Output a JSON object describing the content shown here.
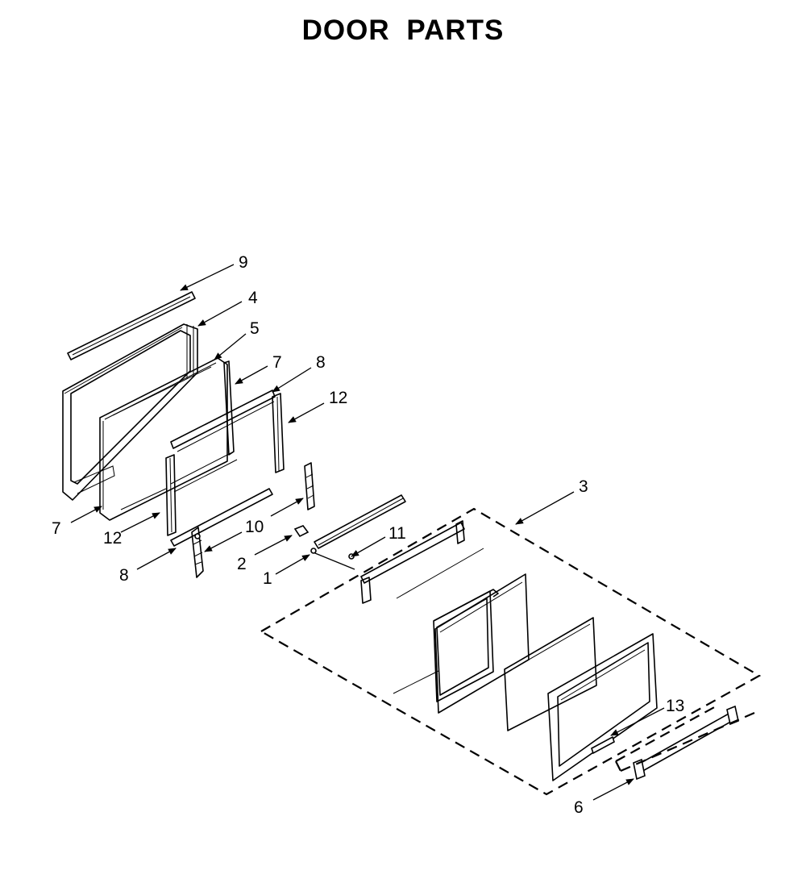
{
  "title": "DOOR PARTS",
  "callouts": [
    {
      "id": "9",
      "label": "9"
    },
    {
      "id": "4",
      "label": "4"
    },
    {
      "id": "5",
      "label": "5"
    },
    {
      "id": "7a",
      "label": "7"
    },
    {
      "id": "8a",
      "label": "8"
    },
    {
      "id": "12a",
      "label": "12"
    },
    {
      "id": "7b",
      "label": "7"
    },
    {
      "id": "12b",
      "label": "12"
    },
    {
      "id": "10",
      "label": "10"
    },
    {
      "id": "8b",
      "label": "8"
    },
    {
      "id": "2",
      "label": "2"
    },
    {
      "id": "1",
      "label": "1"
    },
    {
      "id": "11",
      "label": "11"
    },
    {
      "id": "3",
      "label": "3"
    },
    {
      "id": "13",
      "label": "13"
    },
    {
      "id": "6",
      "label": "6"
    }
  ]
}
